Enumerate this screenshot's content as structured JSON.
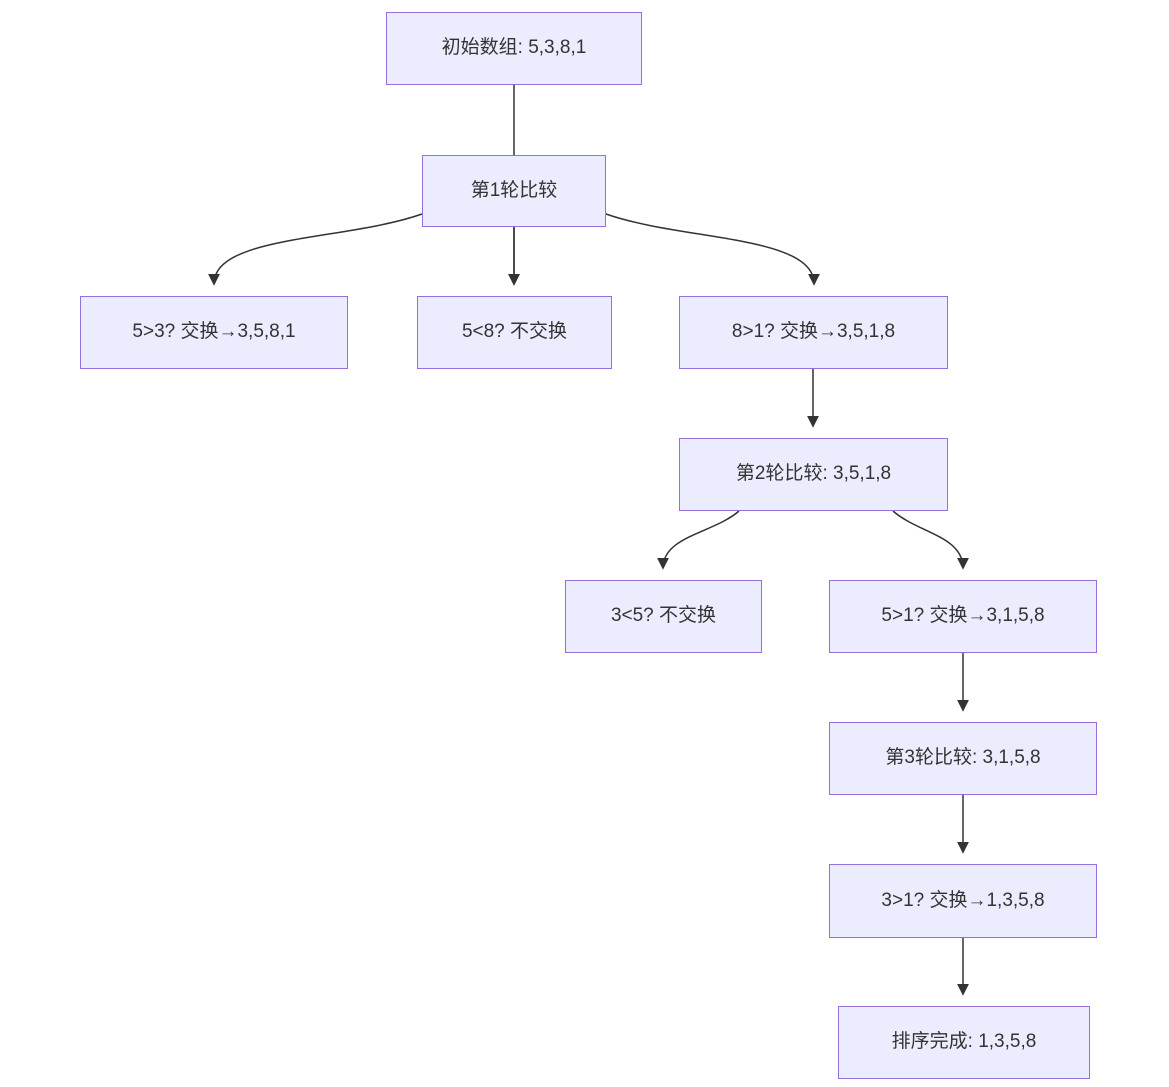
{
  "diagram": {
    "type": "flowchart",
    "direction": "top-down",
    "subject": "bubble-sort-trace",
    "colors": {
      "background": "#ffffff",
      "node_fill": "#ECECFF",
      "node_border": "#9370DB",
      "edge": "#333333",
      "text": "#333333"
    },
    "nodes": [
      {
        "id": "A",
        "label": "初始数组: 5,3,8,1"
      },
      {
        "id": "B",
        "label": "第1轮比较"
      },
      {
        "id": "C1",
        "label": "5>3? 交换→3,5,8,1"
      },
      {
        "id": "C2",
        "label": "5<8? 不交换"
      },
      {
        "id": "C3",
        "label": "8>1? 交换→3,5,1,8"
      },
      {
        "id": "D",
        "label": "第2轮比较: 3,5,1,8"
      },
      {
        "id": "E1",
        "label": "3<5? 不交换"
      },
      {
        "id": "E2",
        "label": "5>1? 交换→3,1,5,8"
      },
      {
        "id": "F",
        "label": "第3轮比较: 3,1,5,8"
      },
      {
        "id": "G",
        "label": "3>1? 交换→1,3,5,8"
      },
      {
        "id": "H",
        "label": "排序完成: 1,3,5,8"
      }
    ],
    "edges": [
      {
        "from": "A",
        "to": "B"
      },
      {
        "from": "B",
        "to": "C1"
      },
      {
        "from": "B",
        "to": "C2"
      },
      {
        "from": "B",
        "to": "C3"
      },
      {
        "from": "C3",
        "to": "D"
      },
      {
        "from": "D",
        "to": "E1"
      },
      {
        "from": "D",
        "to": "E2"
      },
      {
        "from": "E2",
        "to": "F"
      },
      {
        "from": "F",
        "to": "G"
      },
      {
        "from": "G",
        "to": "H"
      }
    ]
  }
}
